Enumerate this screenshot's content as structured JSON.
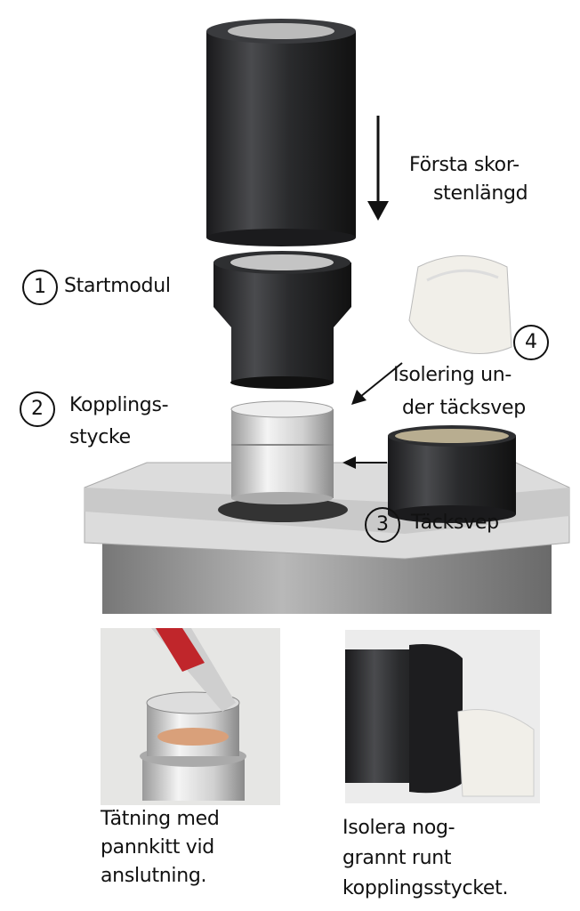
{
  "labels": {
    "first_length": [
      "Första skor-",
      "stenlängd"
    ],
    "startmodul": {
      "number": "1",
      "text": "Startmodul"
    },
    "kopplingsstycke": {
      "number": "2",
      "lines": [
        "Kopplings-",
        "stycke"
      ]
    },
    "tacksvep": {
      "number": "3",
      "text": "Täcksvep"
    },
    "isolering": {
      "number": "4",
      "lines": [
        "Isolering un-",
        "der täcksvep"
      ]
    }
  },
  "photos": {
    "left_caption": [
      "Tätning med",
      "pannkitt vid",
      "anslutning."
    ],
    "right_caption": [
      "Isolera nog-",
      "grannt runt",
      "kopplingsstycket."
    ]
  },
  "colors": {
    "pipe": "#2a2b2d",
    "steel": "#d8d8d8",
    "slab": "#dcdcdc",
    "insulation": "#f1efe9"
  }
}
